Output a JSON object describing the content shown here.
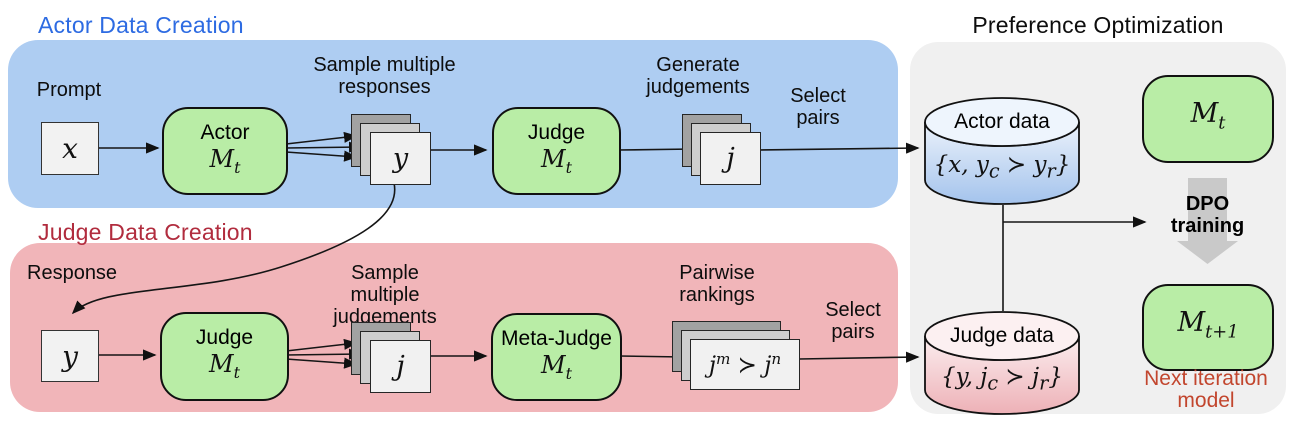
{
  "titles": {
    "actor_section": "Actor Data Creation",
    "judge_section": "Judge Data Creation",
    "preference_section": "Preference Optimization"
  },
  "colors": {
    "actor_band": "#aecdf2",
    "judge_band": "#f1b5b9",
    "preference_panel": "#f0f0f0",
    "model_box": "#b9eda6",
    "actor_title": "#2d6be2",
    "judge_title": "#b12c3e",
    "next_iteration_text": "#c2462e",
    "dpo_arrow": "#c9c9c9"
  },
  "actor_flow": {
    "prompt_label": "Prompt",
    "x_symbol": "x",
    "actor_box": {
      "name": "Actor",
      "model_base": "M",
      "model_sub": "t"
    },
    "sample_label": [
      "Sample multiple",
      "responses"
    ],
    "y_symbol": "y",
    "judge_box": {
      "name": "Judge",
      "model_base": "M",
      "model_sub": "t"
    },
    "generate_label": [
      "Generate",
      "judgements"
    ],
    "j_symbol": "j",
    "select_label": [
      "Select",
      "pairs"
    ]
  },
  "judge_flow": {
    "response_label": "Response",
    "y_symbol": "y",
    "judge_box": {
      "name": "Judge",
      "model_base": "M",
      "model_sub": "t"
    },
    "sample_label": [
      "Sample multiple",
      "judgements"
    ],
    "j_symbol": "j",
    "meta_judge_box": {
      "name": "Meta-Judge",
      "model_base": "M",
      "model_sub": "t"
    },
    "pairwise_label": [
      "Pairwise",
      "rankings"
    ],
    "ranking_formula": {
      "base1": "j",
      "sup1": "m",
      "succ": " ≻ ",
      "base2": "j",
      "sup2": "n"
    },
    "select_label": [
      "Select",
      "pairs"
    ]
  },
  "preference": {
    "actor_db": {
      "title": "Actor data",
      "formula": {
        "open": "{x, y",
        "sub1": "c",
        "succ": " ≻ y",
        "sub2": "r",
        "close": "}"
      }
    },
    "judge_db": {
      "title": "Judge data",
      "formula": {
        "open": "{y, j",
        "sub1": "c",
        "succ": " ≻ j",
        "sub2": "r",
        "close": "}"
      }
    },
    "model_t": {
      "base": "M",
      "sub": "t"
    },
    "dpo_label": [
      "DPO",
      "training"
    ],
    "model_t1": {
      "base": "M",
      "sub": "t+1"
    },
    "next_label": [
      "Next iteration",
      "model"
    ]
  }
}
